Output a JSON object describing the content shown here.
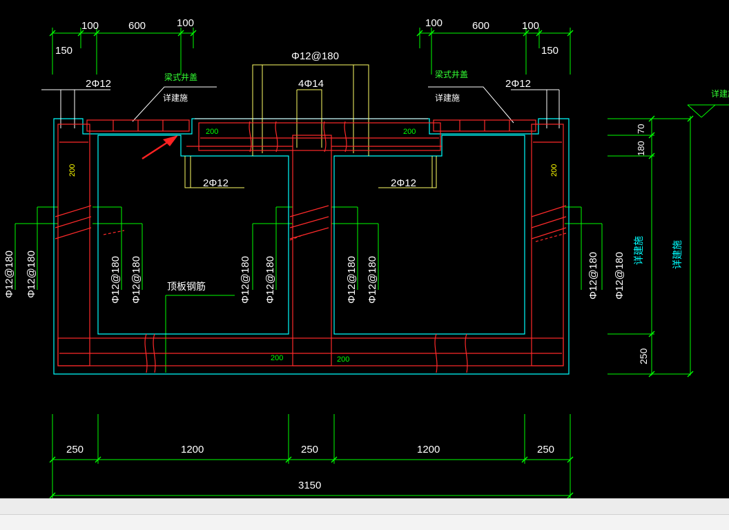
{
  "colors": {
    "background": "#000000",
    "dimension": "#00ff00",
    "outline": "#00ffff",
    "rebar": "#ff2a2a",
    "leader": "#ffff66",
    "text": "#ffffff",
    "cover_text": "#ffff00"
  },
  "dims": {
    "top_left": [
      "150",
      "100",
      "600",
      "100"
    ],
    "top_right": [
      "100",
      "600",
      "100",
      "150"
    ],
    "bottom": [
      "250",
      "1200",
      "250",
      "1200",
      "250"
    ],
    "total": "3150",
    "right_side": [
      "70",
      "180",
      "250"
    ]
  },
  "labels": {
    "top_bar": "Φ12@180",
    "center_bars": "4Φ14",
    "left_top_bars": "2Φ12",
    "right_top_bars": "2Φ12",
    "left_under_bars": "2Φ12",
    "right_under_bars": "2Φ12",
    "wall_bar": "Φ12@180",
    "roof_rebar": "顶板钢筋",
    "cover_left_line1": "梁式井盖",
    "cover_left_line2": "详建施",
    "cover_right_line1": "梁式井盖",
    "cover_right_line2": "详建施",
    "side_note_inner": "详建施",
    "side_note_outer": "详建施",
    "corner_note": "详建施",
    "top_slab_200": "200",
    "wall_200": "200",
    "base_200": "200"
  }
}
